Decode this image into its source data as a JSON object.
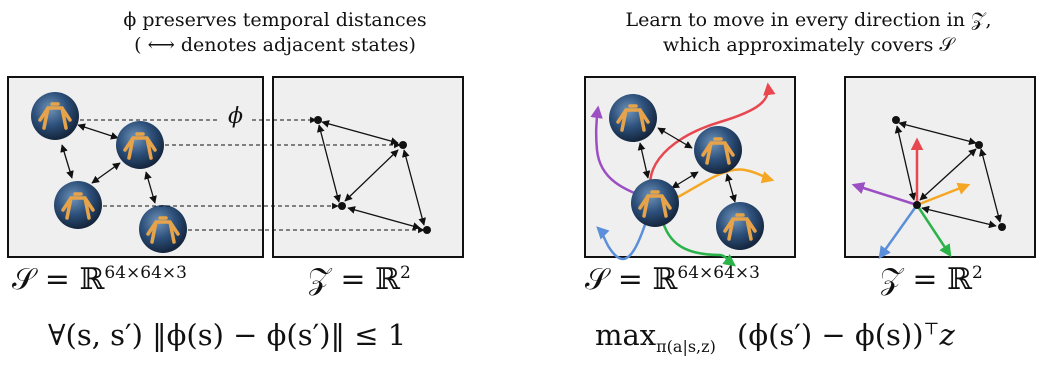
{
  "left": {
    "caption_line1": "ϕ preserves temporal distances",
    "caption_line2_pre": "(",
    "caption_line2_post": "denotes adjacent states)",
    "phi_label": "ϕ",
    "state_space_label": "𝒮 = ℝ",
    "state_space_exp": "64×64×3",
    "latent_space_label": "𝒵 = ℝ",
    "latent_space_exp": "2",
    "constraint": "∀(s, s′)  ‖ϕ(s) − ϕ(s′)‖ ≤ 1"
  },
  "right": {
    "caption_line1": "Learn to move in every direction in 𝒵,",
    "caption_line2": "which approximately covers 𝒮",
    "state_space_label": "𝒮 = ℝ",
    "state_space_exp": "64×64×3",
    "latent_space_label": "𝒵 = ℝ",
    "latent_space_exp": "2",
    "objective_max": "max",
    "objective_sub": "π(a|s,z)",
    "objective_rest": "(ϕ(s′) − ϕ(s))",
    "objective_sup": "⊤",
    "objective_z": "z"
  },
  "colors": {
    "panel_bg": "#efefef",
    "red": "#e8474f",
    "orange": "#f5a623",
    "green": "#2bb34a",
    "blue": "#5b8fd9",
    "purple": "#9b4fc2",
    "sky": "#2c4f7a"
  }
}
